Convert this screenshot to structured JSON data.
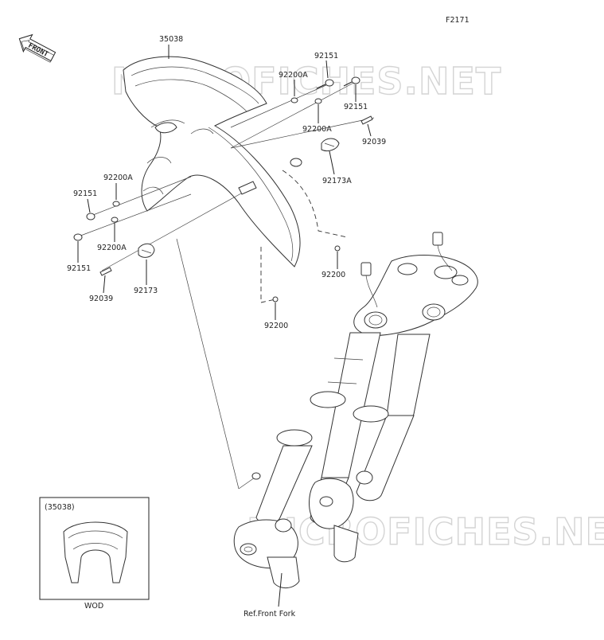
{
  "diagram": {
    "figure_code": "F2171",
    "front_indicator": "FRONT",
    "watermark": "MICROFICHES.NET",
    "reference_label": "Ref.Front Fork",
    "inset": {
      "title": "(35038)",
      "caption": "WOD"
    },
    "callouts": {
      "fender": "35038",
      "bolt_right_a": "92151",
      "bolt_right_b": "92151",
      "washer_right_a": "92200A",
      "washer_right_b": "92200A",
      "cable_right": "92039",
      "clamp_right": "92173A",
      "washer_left_a": "92200A",
      "bolt_left_a": "92151",
      "washer_left_b": "92200A",
      "bolt_left_b": "92151",
      "cable_left": "92039",
      "clamp_left": "92173",
      "grommet_right": "92200",
      "grommet_lower": "92200"
    }
  }
}
